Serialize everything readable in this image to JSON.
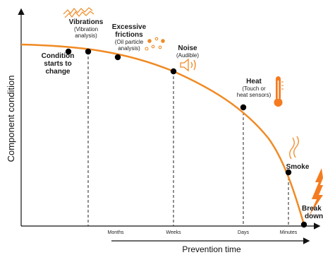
{
  "diagram": {
    "y_axis_label": "Component condition",
    "x_axis_label": "Prevention time",
    "ticks": [
      "Months",
      "Weeks",
      "Days",
      "Minutes"
    ],
    "stages": [
      {
        "title": "Condition",
        "lines": [
          "starts to",
          "change"
        ],
        "icon": "none"
      },
      {
        "title": "Vibrations",
        "lines": [
          "(Vibration",
          "analysis)"
        ],
        "icon": "vibration-wave-icon"
      },
      {
        "title": "Excessive",
        "title2": "frictions",
        "lines": [
          "(Oil particle",
          "analysis)"
        ],
        "icon": "oil-particles-icon"
      },
      {
        "title": "Noise",
        "lines": [
          "(Audible)"
        ],
        "icon": "speaker-icon"
      },
      {
        "title": "Heat",
        "lines": [
          "(Touch or",
          "heat sensors)"
        ],
        "icon": "thermometer-icon"
      },
      {
        "title": "Smoke",
        "lines": [],
        "icon": "smoke-icon"
      },
      {
        "title": "Break",
        "title2": "down",
        "lines": [],
        "icon": "lightning-icon"
      }
    ],
    "colors": {
      "curve": "#f08a24",
      "accent": "#f47b20",
      "dot": "#000000",
      "axis": "#111111"
    }
  }
}
